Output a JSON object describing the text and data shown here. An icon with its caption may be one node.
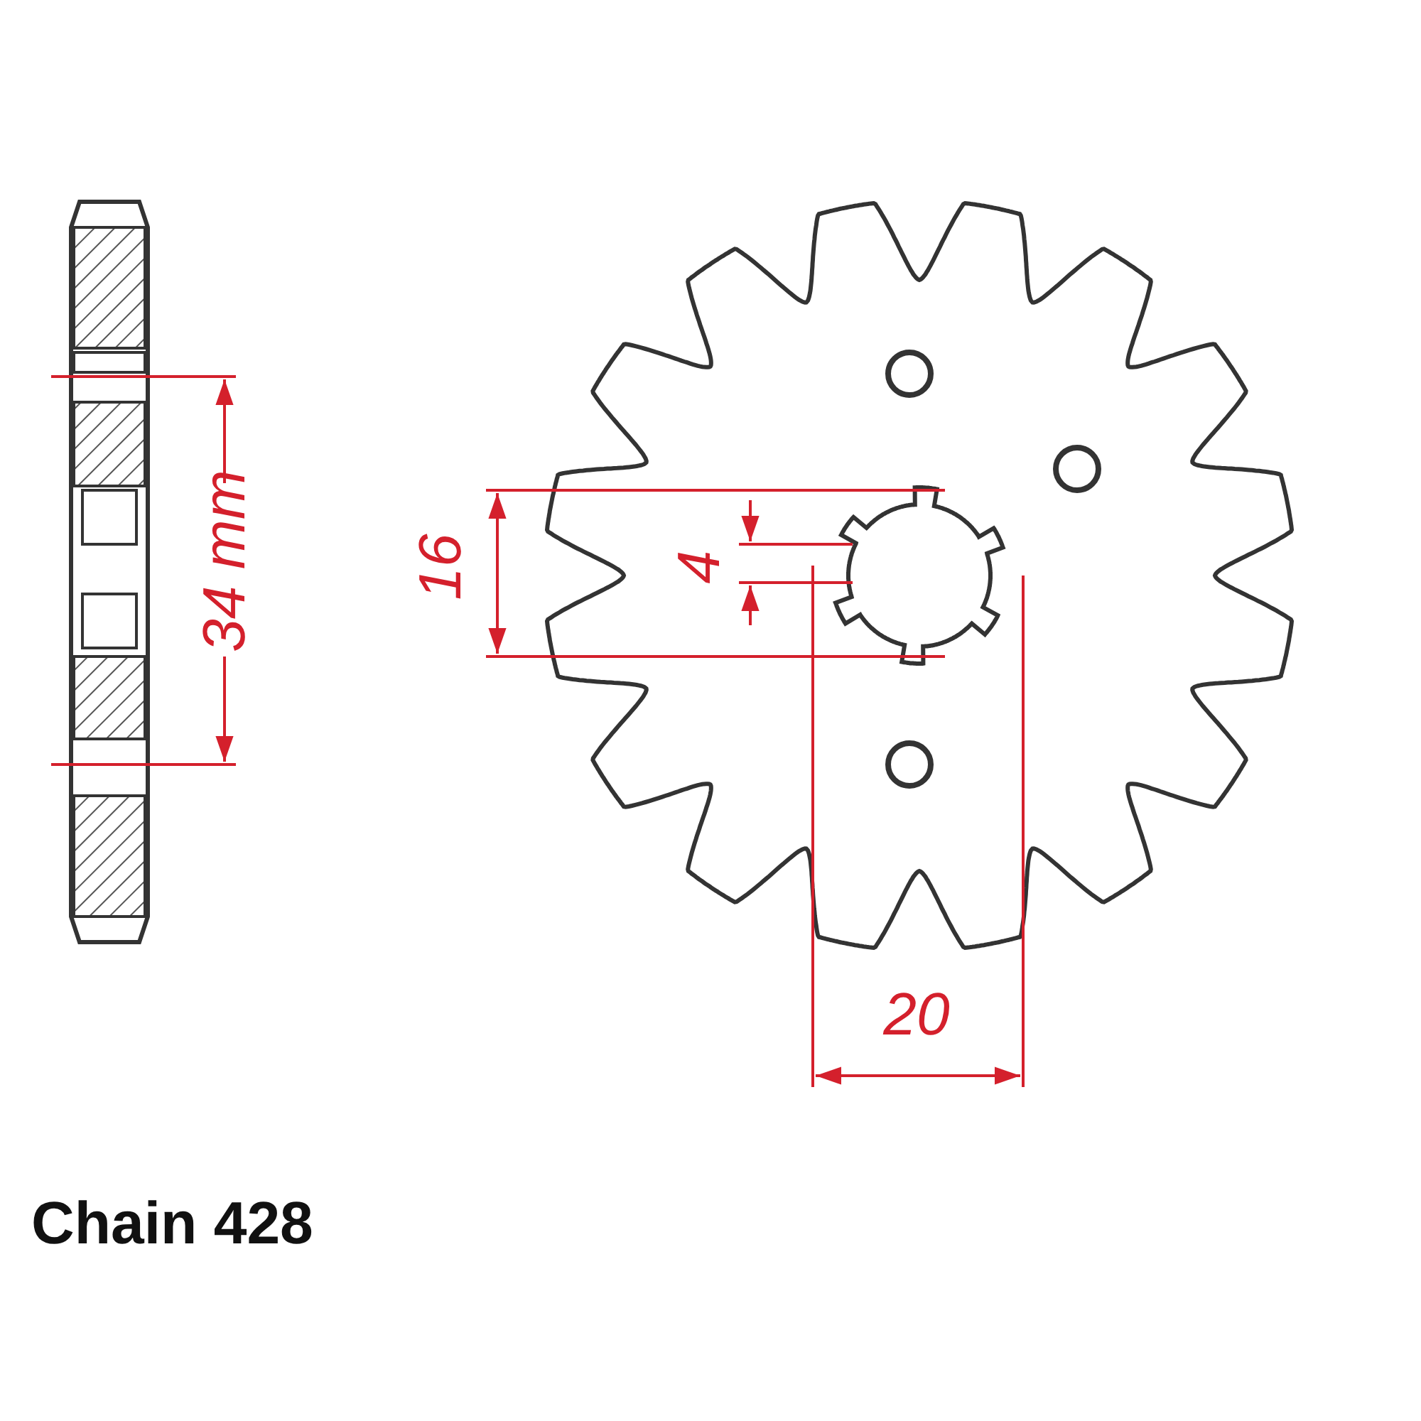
{
  "diagram": {
    "labels": [
      "34 mm",
      "16",
      "4",
      "20",
      "Chain 428"
    ]
  }
}
